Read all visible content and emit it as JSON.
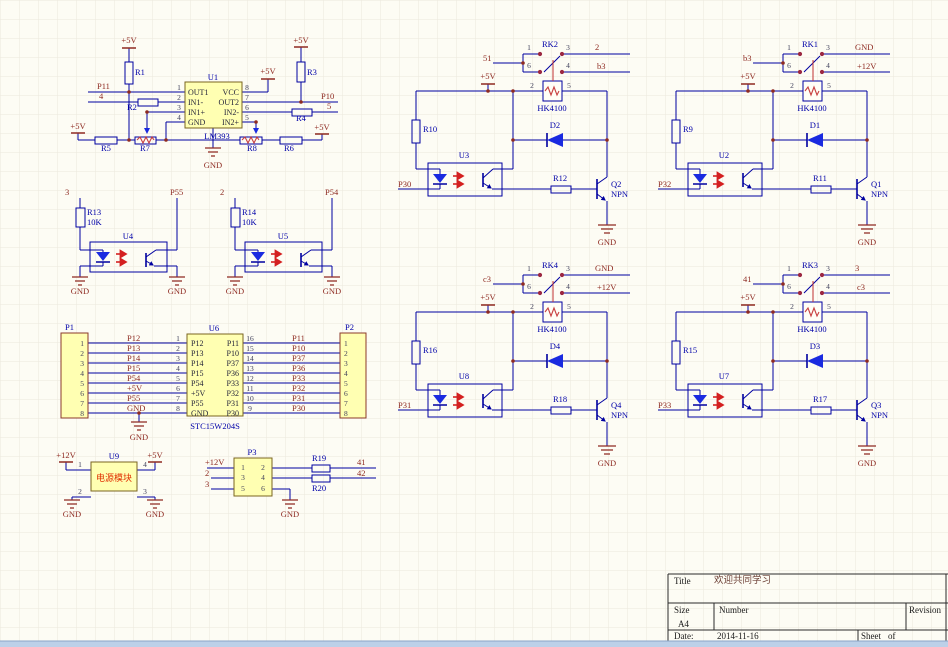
{
  "common": {
    "plus5v": "+5V",
    "plus12v": "+12V",
    "gnd": "GND"
  },
  "comparator": {
    "designator": "U1",
    "part": "LM393",
    "r1": "R1",
    "r2": "R2",
    "r3": "R3",
    "r4": "R4",
    "r5": "R5",
    "r6": "R6",
    "r7": "R7",
    "r8": "R8",
    "net_p11": "P11",
    "net_4": "4",
    "net_p10": "P10",
    "net_5": "5",
    "pins_left": [
      {
        "num": "1",
        "name": "OUT1"
      },
      {
        "num": "2",
        "name": "IN1-"
      },
      {
        "num": "3",
        "name": "IN1+"
      },
      {
        "num": "4",
        "name": "GND"
      }
    ],
    "pins_right": [
      {
        "num": "8",
        "name": "VCC"
      },
      {
        "num": "7",
        "name": "OUT2"
      },
      {
        "num": "6",
        "name": "IN2-"
      },
      {
        "num": "5",
        "name": "IN2+"
      }
    ]
  },
  "optos": [
    {
      "designator": "U4",
      "resistor": "R13",
      "value": "10K",
      "net_in": "3",
      "net_out": "P55"
    },
    {
      "designator": "U5",
      "resistor": "R14",
      "value": "10K",
      "net_in": "2",
      "net_out": "P54"
    }
  ],
  "mcu": {
    "designator": "U6",
    "part": "STC15W204S",
    "p1": "P1",
    "p2": "P2",
    "rows": [
      {
        "n": "1",
        "left": "P12",
        "right": "P11",
        "rn": "16"
      },
      {
        "n": "2",
        "left": "P13",
        "right": "P10",
        "rn": "15"
      },
      {
        "n": "3",
        "left": "P14",
        "right": "P37",
        "rn": "14"
      },
      {
        "n": "4",
        "left": "P15",
        "right": "P36",
        "rn": "13"
      },
      {
        "n": "5",
        "left": "P54",
        "right": "P33",
        "rn": "12"
      },
      {
        "n": "6",
        "left": "+5V",
        "right": "P32",
        "rn": "11"
      },
      {
        "n": "7",
        "left": "P55",
        "right": "P31",
        "rn": "10"
      },
      {
        "n": "8",
        "left": "GND",
        "right": "P30",
        "rn": "9"
      }
    ]
  },
  "power_module": {
    "designator": "U9",
    "label": "电源模块",
    "pin1": "1",
    "pin2": "2",
    "pin3": "3",
    "pin4": "4"
  },
  "p3": {
    "designator": "P3",
    "pin1": "1",
    "pin2": "2",
    "pin3": "3",
    "pin4": "4",
    "pin5": "5",
    "pin6": "6",
    "net_2": "2",
    "net_3": "3",
    "r19": "R19",
    "r20": "R20",
    "net_41": "41",
    "net_42": "42"
  },
  "relay_common": {
    "pin1": "1",
    "pin3": "3",
    "pin6": "6",
    "pin4": "4",
    "coil_left": "2",
    "coil_right": "5",
    "part": "HK4100",
    "npn": "NPN"
  },
  "relays": [
    {
      "designator": "RK2",
      "net_left": "51",
      "net_top_right": "2",
      "net_bottom_right": "b3",
      "r_top": "R10",
      "opto": "U3",
      "net_in": "P30",
      "diode": "D2",
      "r_base": "R12",
      "q": "Q2"
    },
    {
      "designator": "RK1",
      "net_left": "b3",
      "net_top_right": "GND",
      "net_bottom_right": "+12V",
      "r_top": "R9",
      "opto": "U2",
      "net_in": "P32",
      "diode": "D1",
      "r_base": "R11",
      "q": "Q1"
    },
    {
      "designator": "RK4",
      "net_left": "c3",
      "net_top_right": "GND",
      "net_bottom_right": "+12V",
      "r_top": "R16",
      "opto": "U8",
      "net_in": "P31",
      "diode": "D4",
      "r_base": "R18",
      "q": "Q4"
    },
    {
      "designator": "RK3",
      "net_left": "41",
      "net_top_right": "3",
      "net_bottom_right": "c3",
      "r_top": "R15",
      "opto": "U7",
      "net_in": "P33",
      "diode": "D3",
      "r_base": "R17",
      "q": "Q3"
    }
  ],
  "title_block": {
    "title_label": "Title",
    "title": "欢迎共同学习",
    "size_label": "Size",
    "size": "A4",
    "number_label": "Number",
    "revision_label": "Revision",
    "date_label": "Date:",
    "date": "2014-11-16",
    "sheet_label": "Sheet",
    "of_label": "of"
  }
}
